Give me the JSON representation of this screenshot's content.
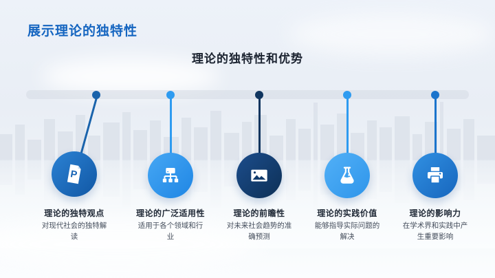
{
  "slide": {
    "title": "展示理论的独特性",
    "heading": "理论的独特性和优势",
    "title_color": "#1565c0",
    "heading_color": "#1b2330"
  },
  "timeline": {
    "items": [
      {
        "title": "理论的独特观点",
        "desc": "对现代社会的独特解读",
        "icon": "document-p-icon",
        "color_light": "#2b82d4",
        "color_dark": "#1157a4",
        "line_color": "#1a63ab"
      },
      {
        "title": "理论的广泛适用性",
        "desc": "适用于各个领域和行业",
        "icon": "sitemap-icon",
        "color_light": "#46a7f4",
        "color_dark": "#1f86e4",
        "line_color": "#2e9bf0"
      },
      {
        "title": "理论的前瞻性",
        "desc": "对未来社会趋势的准确预测",
        "icon": "image-icon",
        "color_light": "#1c4d8c",
        "color_dark": "#0d3056",
        "line_color": "#10355f"
      },
      {
        "title": "理论的实践价值",
        "desc": "能够指导实际问题的解决",
        "icon": "flask-icon",
        "color_light": "#52b0f7",
        "color_dark": "#2e95ea",
        "line_color": "#2e9bf0"
      },
      {
        "title": "理论的影响力",
        "desc": "在学术界和实践中产生重要影响",
        "icon": "printer-icon",
        "color_light": "#3190e2",
        "color_dark": "#1766bd",
        "line_color": "#1b74cc"
      }
    ]
  }
}
